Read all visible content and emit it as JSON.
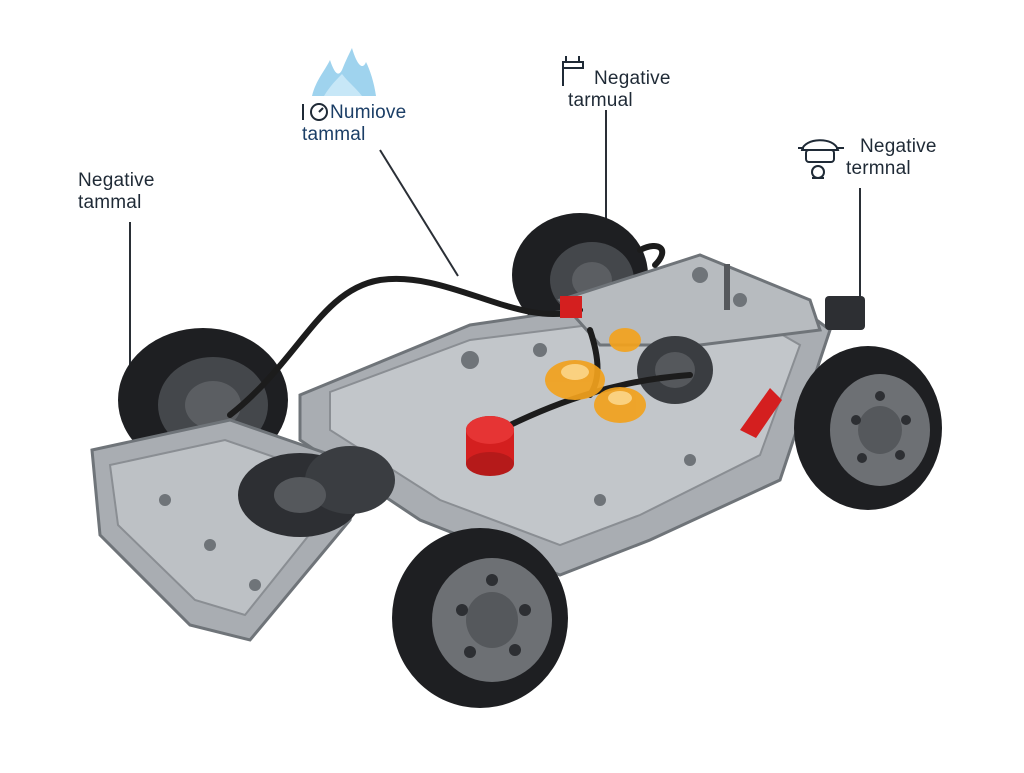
{
  "diagram": {
    "callouts": [
      {
        "id": "left",
        "line1": "Negative",
        "line2": "tammal",
        "icon": ""
      },
      {
        "id": "top-left",
        "line1": "Numiove",
        "line2": "tammal",
        "icon": "flame-icon"
      },
      {
        "id": "top-center",
        "line1": "Negative",
        "line2": "tarmual",
        "icon": "battery-icon"
      },
      {
        "id": "right",
        "line1": "Negative",
        "line2": "termnal",
        "icon": "helmet-icon"
      }
    ],
    "colors": {
      "frame": "#a9adb2",
      "frame_dark": "#6f7479",
      "tire": "#1e1f22",
      "hub": "#5b5e62",
      "terminal_red": "#d41f1f",
      "terminal_orange": "#f2a21d",
      "cable": "#1c1c1c",
      "flame": "#9fd3ee"
    }
  }
}
